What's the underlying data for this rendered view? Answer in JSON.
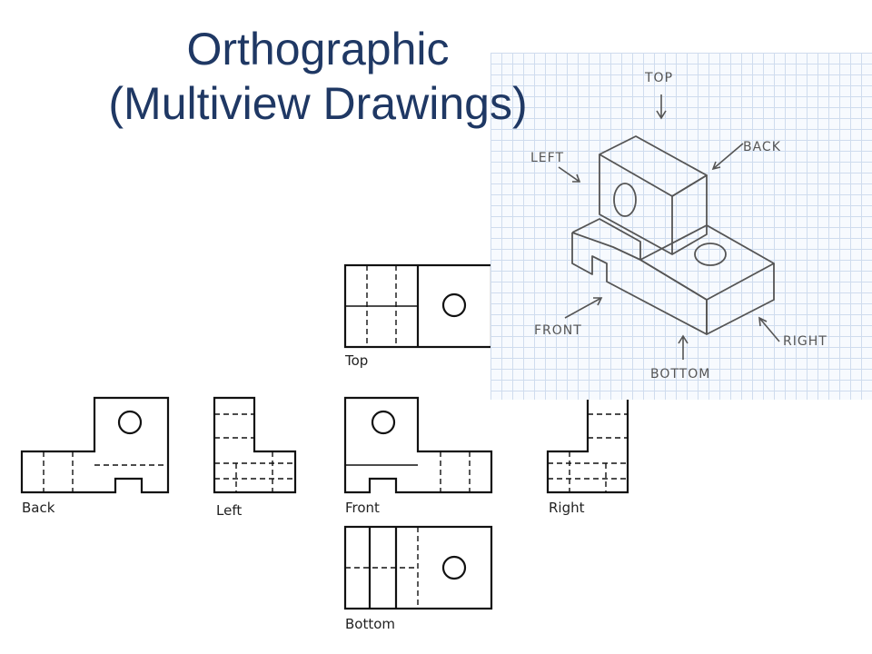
{
  "title": {
    "line1": "Orthographic",
    "line2": "(Multiview Drawings)"
  },
  "sketch": {
    "labels": {
      "top": "TOP",
      "back": "BACK",
      "left": "LEFT",
      "front": "FRONT",
      "right": "RIGHT",
      "bottom": "BOTTOM"
    }
  },
  "views": {
    "top": "Top",
    "back": "Back",
    "left": "Left",
    "front": "Front",
    "right": "Right",
    "bottom": "Bottom"
  },
  "colors": {
    "title": "#1f3864",
    "grid": "#cfdcee",
    "ink": "#111111"
  }
}
